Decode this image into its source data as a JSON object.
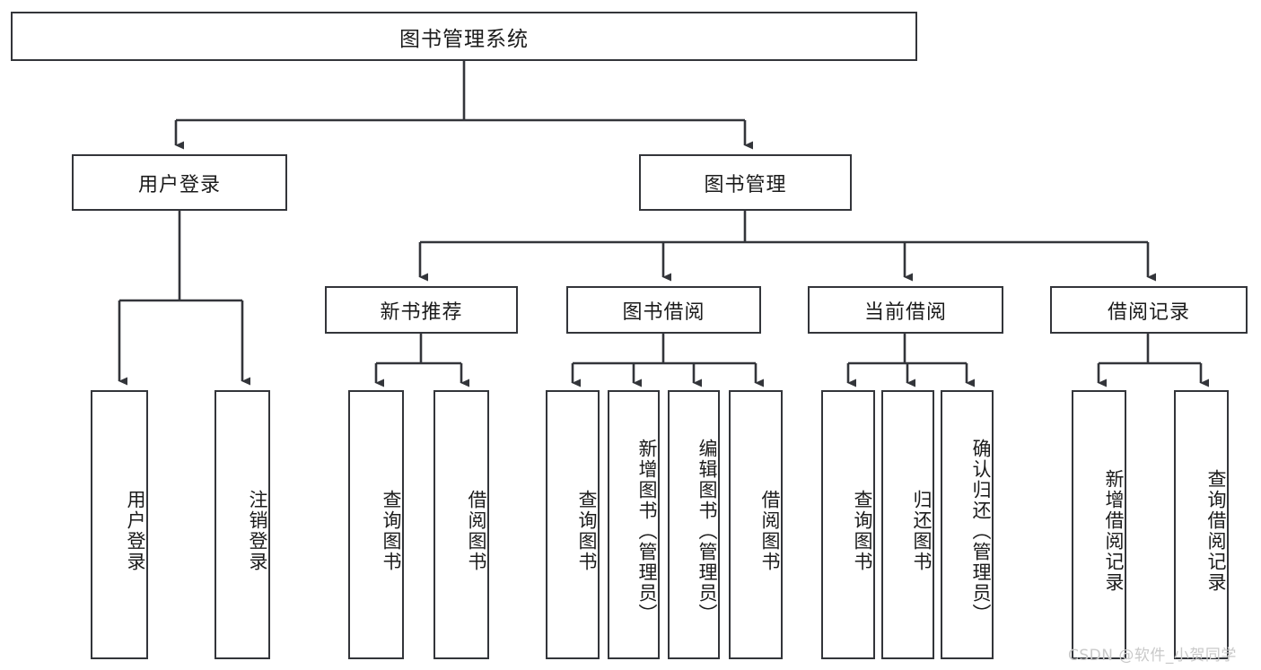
{
  "diagram": {
    "title": "图书管理系统",
    "type": "tree",
    "watermark": "CSDN @软件_小贺同学",
    "colors": {
      "stroke": "#33353a",
      "fill": "#ffffff",
      "text": "#1b1b1b",
      "watermark": "#c9c9c9"
    },
    "root": {
      "label": "图书管理系统"
    },
    "level2": [
      {
        "label": "用户登录"
      },
      {
        "label": "图书管理"
      }
    ],
    "level3": [
      {
        "label": "新书推荐"
      },
      {
        "label": "图书借阅"
      },
      {
        "label": "当前借阅"
      },
      {
        "label": "借阅记录"
      }
    ],
    "leaves": {
      "user_login": [
        {
          "label": "用户登录"
        },
        {
          "label": "注销登录"
        }
      ],
      "new_book": [
        {
          "label": "查询图书"
        },
        {
          "label": "借阅图书"
        }
      ],
      "book_borrow": [
        {
          "label": "查询图书"
        },
        {
          "label": "新增图书（管理员）"
        },
        {
          "label": "编辑图书（管理员）"
        },
        {
          "label": "借阅图书"
        }
      ],
      "current_borrow": [
        {
          "label": "查询图书"
        },
        {
          "label": "归还图书"
        },
        {
          "label": "确认归还（管理员）"
        }
      ],
      "borrow_record": [
        {
          "label": "新增借阅记录"
        },
        {
          "label": "查询借阅记录"
        }
      ]
    }
  }
}
